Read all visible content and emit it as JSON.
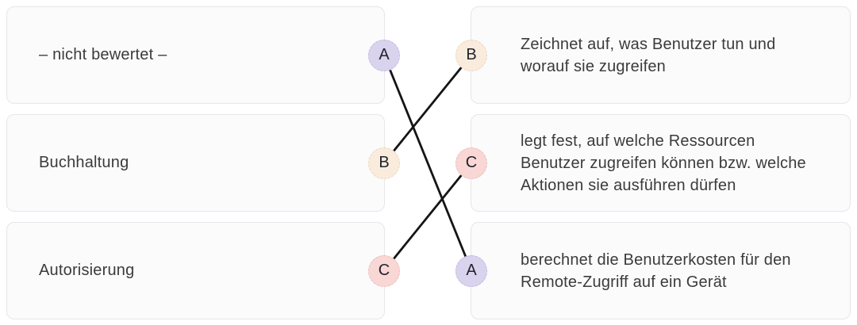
{
  "exercise": {
    "type": "matching",
    "language": "de"
  },
  "left_items": [
    {
      "label": "– nicht bewertet –",
      "badge": "A"
    },
    {
      "label": "Buchhaltung",
      "badge": "B"
    },
    {
      "label": "Autorisierung",
      "badge": "C"
    }
  ],
  "right_items": [
    {
      "badge": "B",
      "text": "Zeichnet auf, was Benutzer tun und\nworauf sie zugreifen"
    },
    {
      "badge": "C",
      "text": "legt fest, auf welche Ressourcen\nBenutzer zugreifen können bzw. welche\nAktionen sie ausführen dürfen"
    },
    {
      "badge": "A",
      "text": "berechnet die Benutzerkosten für den\nRemote-Zugriff auf ein Gerät"
    }
  ],
  "connections": [
    {
      "from": "A",
      "to": "A"
    },
    {
      "from": "B",
      "to": "B"
    },
    {
      "from": "C",
      "to": "C"
    }
  ],
  "badge_colors": {
    "A": {
      "fill": "#d9d3ee",
      "border": "#bfb6e0"
    },
    "B": {
      "fill": "#faecdc",
      "border": "#e9d6bd"
    },
    "C": {
      "fill": "#f8d7d5",
      "border": "#edbdba"
    }
  },
  "line": {
    "color": "#151515",
    "width": 2.8
  }
}
